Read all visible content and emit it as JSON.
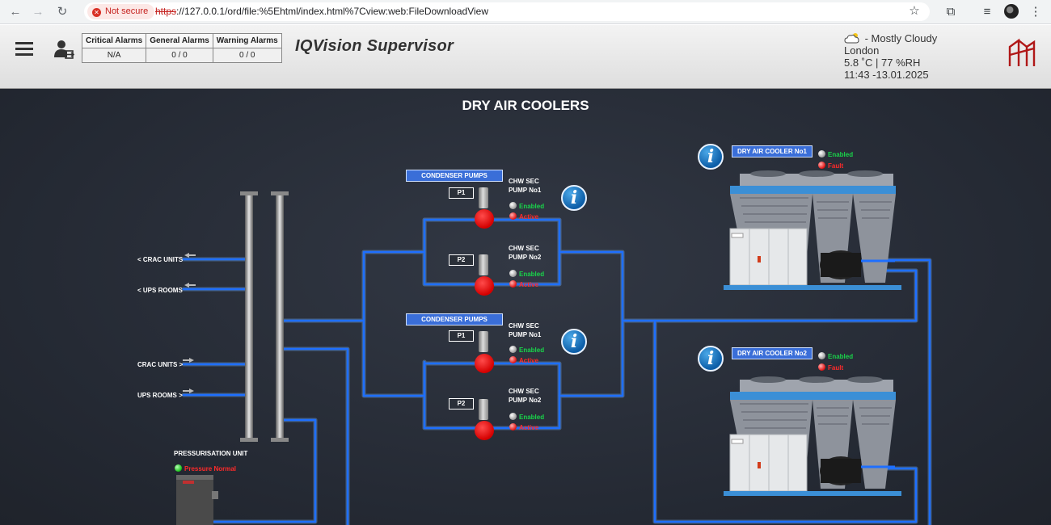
{
  "browser": {
    "security": "Not secure",
    "url_protocol": "https",
    "url_rest": "://127.0.0.1/ord/file:%5Ehtml/index.html%7Cview:web:FileDownloadView"
  },
  "header": {
    "alarms": {
      "critical_label": "Critical Alarms",
      "general_label": "General Alarms",
      "warning_label": "Warning Alarms",
      "critical_value": "N/A",
      "general_value": "0 / 0",
      "warning_value": "0 / 0"
    },
    "title": "IQVision Supervisor",
    "weather": {
      "condition": " - Mostly Cloudy",
      "city": "London",
      "reading": "5.8 ˚C | 77 %RH",
      "datetime": "11:43 -13.01.2025"
    }
  },
  "scada": {
    "title": "DRY AIR COOLERS",
    "pipe_labels": {
      "crac_out": "< CRAC UNITS",
      "ups_out": "< UPS ROOMS",
      "crac_in": "CRAC UNITS >",
      "ups_in": "UPS ROOMS >"
    },
    "pump_groups": [
      {
        "title": "CONDENSER PUMPS",
        "pumps": [
          {
            "tag": "P1",
            "name_line1": "CHW SEC",
            "name_line2": "PUMP No1",
            "enabled": "Enabled",
            "state": "Active"
          },
          {
            "tag": "P2",
            "name_line1": "CHW SEC",
            "name_line2": "PUMP No2",
            "enabled": "Enabled",
            "state": "Active"
          }
        ]
      },
      {
        "title": "CONDENSER PUMPS",
        "pumps": [
          {
            "tag": "P1",
            "name_line1": "CHW SEC",
            "name_line2": "PUMP No1",
            "enabled": "Enabled",
            "state": "Active"
          },
          {
            "tag": "P2",
            "name_line1": "CHW SEC",
            "name_line2": "PUMP No2",
            "enabled": "Enabled",
            "state": "Active"
          }
        ]
      }
    ],
    "coolers": [
      {
        "name": "DRY AIR COOLER No1",
        "enabled": "Enabled",
        "fault": "Fault"
      },
      {
        "name": "DRY AIR COOLER No2",
        "enabled": "Enabled",
        "fault": "Fault"
      }
    ],
    "pressurisation": {
      "title": "PRESSURISATION UNIT",
      "status": "Pressure Normal"
    },
    "colors": {
      "pipe": "#1e6fff",
      "pipe_glow": "#79b8ff",
      "enabled": "#19d44a",
      "fault": "#ff2a2a"
    }
  }
}
